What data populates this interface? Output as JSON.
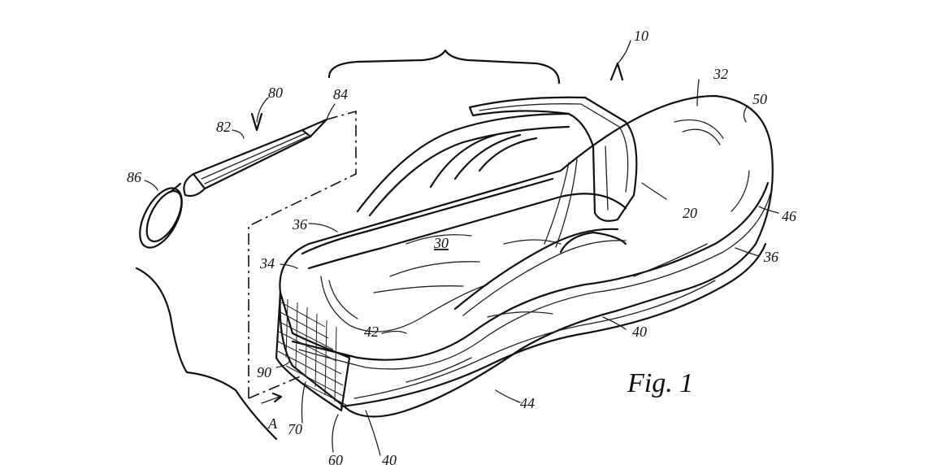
{
  "figure": {
    "caption": "Fig. 1",
    "reference_numerals": {
      "n10": "10",
      "n32": "32",
      "n50": "50",
      "n80": "80",
      "n84": "84",
      "n82": "82",
      "n86": "86",
      "n36a": "36",
      "n30": "30",
      "n34": "34",
      "n20": "20",
      "n46": "46",
      "n36b": "36",
      "n42": "42",
      "n40a": "40",
      "n90": "90",
      "nA": "A",
      "n70": "70",
      "n44": "44",
      "n60": "60",
      "n40b": "40"
    }
  }
}
